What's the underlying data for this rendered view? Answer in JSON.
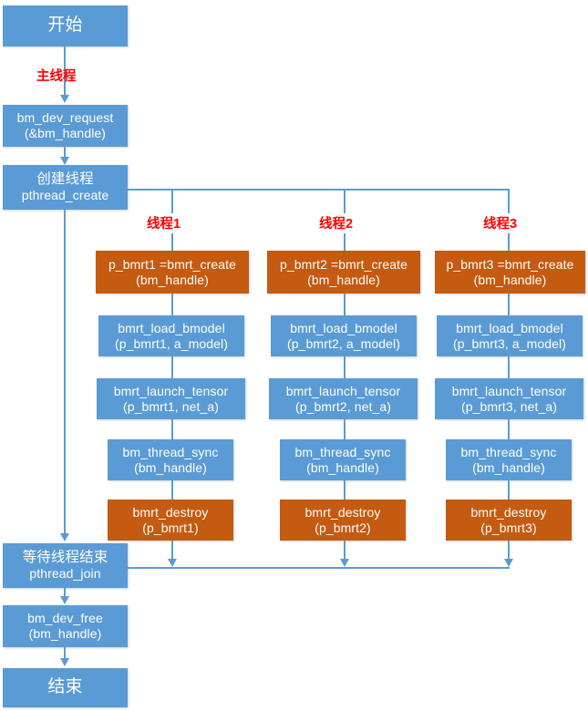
{
  "diagram": {
    "title_text": "",
    "colors": {
      "blue": "#5B9BD5",
      "orange": "#C55A11",
      "label_red": "#FF0000",
      "connector": "#5B9BD5",
      "background": "#FFFFFF"
    },
    "edge_labels": {
      "main_thread": "主线程",
      "thread1": "线程1",
      "thread2": "线程2",
      "thread3": "线程3"
    },
    "main_column": {
      "start": {
        "line1": "开始"
      },
      "dev_request": {
        "line1": "bm_dev_request",
        "line2": "(&bm_handle)"
      },
      "create_thread": {
        "line1": "创建线程",
        "line2": "pthread_create"
      },
      "join_thread": {
        "line1": "等待线程结束",
        "line2": "pthread_join"
      },
      "dev_free": {
        "line1": "bm_dev_free",
        "line2": "(bm_handle)"
      },
      "end": {
        "line1": "结束"
      }
    },
    "threads": [
      {
        "name": "线程1",
        "steps": [
          {
            "line1": "p_bmrt1 =bmrt_create",
            "line2": "(bm_handle)",
            "color": "orange"
          },
          {
            "line1": "bmrt_load_bmodel",
            "line2": "(p_bmrt1, a_model)",
            "color": "blue"
          },
          {
            "line1": "bmrt_launch_tensor",
            "line2": "(p_bmrt1, net_a)",
            "color": "blue"
          },
          {
            "line1": "bm_thread_sync",
            "line2": "(bm_handle)",
            "color": "blue"
          },
          {
            "line1": "bmrt_destroy",
            "line2": "(p_bmrt1)",
            "color": "orange"
          }
        ]
      },
      {
        "name": "线程2",
        "steps": [
          {
            "line1": "p_bmrt2 =bmrt_create",
            "line2": "(bm_handle)",
            "color": "orange"
          },
          {
            "line1": "bmrt_load_bmodel",
            "line2": "(p_bmrt2, a_model)",
            "color": "blue"
          },
          {
            "line1": "bmrt_launch_tensor",
            "line2": "(p_bmrt2, net_a)",
            "color": "blue"
          },
          {
            "line1": "bm_thread_sync",
            "line2": "(bm_handle)",
            "color": "blue"
          },
          {
            "line1": "bmrt_destroy",
            "line2": "(p_bmrt2)",
            "color": "orange"
          }
        ]
      },
      {
        "name": "线程3",
        "steps": [
          {
            "line1": "p_bmrt3 =bmrt_create",
            "line2": "(bm_handle)",
            "color": "orange"
          },
          {
            "line1": "bmrt_load_bmodel",
            "line2": "(p_bmrt3, a_model)",
            "color": "blue"
          },
          {
            "line1": "bmrt_launch_tensor",
            "line2": "(p_bmrt3, net_a)",
            "color": "blue"
          },
          {
            "line1": "bm_thread_sync",
            "line2": "(bm_handle)",
            "color": "blue"
          },
          {
            "line1": "bmrt_destroy",
            "line2": "(p_bmrt3)",
            "color": "orange"
          }
        ]
      }
    ]
  }
}
